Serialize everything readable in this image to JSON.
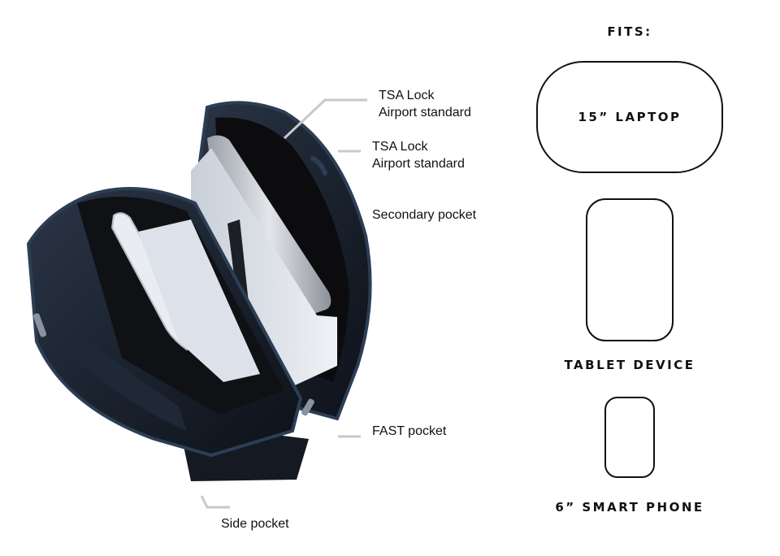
{
  "product_image": {
    "alt": "Open backpack showing laptop compartment and tablet pocket",
    "colors": {
      "body": "#1a2230",
      "trim": "#2c3e55",
      "lining": "#0c0c0e",
      "sleeve": "#d8dde4"
    }
  },
  "callouts": [
    {
      "id": "tsa-lock-1",
      "line1": "TSA Lock",
      "line2": "Airport standard"
    },
    {
      "id": "tsa-lock-2",
      "line1": "TSA Lock",
      "line2": "Airport standard"
    },
    {
      "id": "secondary-pocket",
      "line1": "Secondary pocket"
    },
    {
      "id": "fast-pocket",
      "line1": "FAST pocket"
    },
    {
      "id": "side-pocket",
      "line1": "Side pocket"
    }
  ],
  "fits": {
    "heading": "FITS:",
    "devices": [
      {
        "label": "15” LAPTOP"
      },
      {
        "label": "TABLET DEVICE"
      },
      {
        "label": "6” SMART PHONE"
      }
    ]
  },
  "colors": {
    "leader_line": "#c8c8c8",
    "outline": "#111111",
    "text": "#111111"
  }
}
